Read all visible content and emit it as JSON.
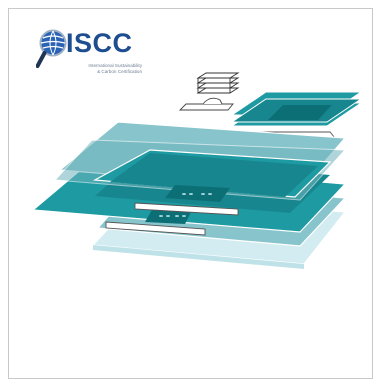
{
  "logo": {
    "title": "ISCC",
    "subtitle_line1": "International Sustainability",
    "subtitle_line2": "& Carbon Certification",
    "color_primary": "#1e4e8f",
    "color_globe": "#2a63b3"
  },
  "palette": {
    "teal_dark": "#17868e",
    "teal_mid": "#1e9aa2",
    "teal_light": "#87c4cc",
    "teal_pale": "#d2ecf1",
    "teal_deep": "#0d6f76",
    "white": "#ffffff"
  }
}
